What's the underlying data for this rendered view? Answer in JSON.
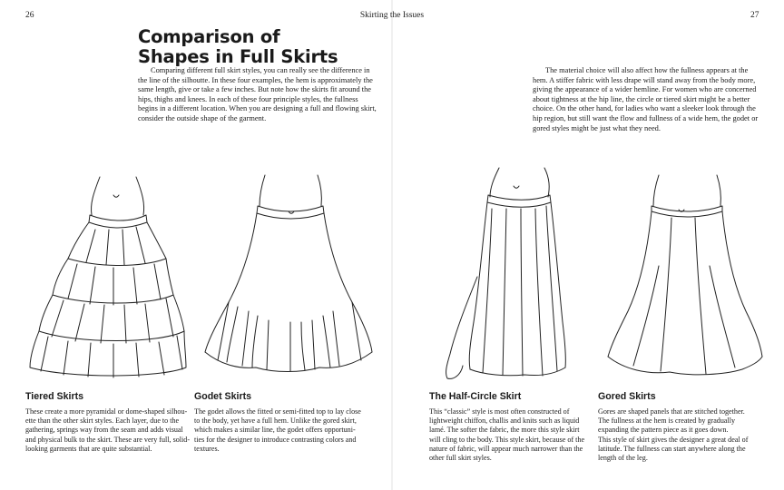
{
  "page": {
    "left_number": "26",
    "running_head": "Skirting the Issues",
    "right_number": "27"
  },
  "title": {
    "line1": "Comparison of",
    "line2": "Shapes in Full Skirts"
  },
  "intro_left": "Comparing different full skirt styles, you can really see the difference in the line of the silhoutte. In these four examples, the hem is approximately the same length, give or take a few inches. But note how the skirts fit around the hips, thighs and knees. In each of these four principle styles, the fullness begins in a different location. When you are designing a full and flowing skirt, consider the outside shape of the garment.",
  "intro_right": "The material choice will also affect how the fullness appears at the hem. A stiffer fabric with less drape will stand away from the body more, giving the appearance of a wider hemline. For women who are concerned about tightness at the hip line, the circle or tiered skirt might be a better choice. On the other hand, for ladies who want a sleeker look through the hip region, but still want the flow and fullness of a wide hem, the godet or gored styles might be just what they need.",
  "skirts": [
    {
      "heading": "Tiered Skirts",
      "lines": [
        "These create a more pyramidal or dome-shaped silhou-",
        "ette than the other skirt styles. Each layer, due to the",
        "gathering, springs way from the seam and adds visual",
        "and physical bulk to the skirt. These are very full, solid-",
        "looking garments that are quite substantial."
      ]
    },
    {
      "heading": "Godet Skirts",
      "lines": [
        "The godet allows the fitted or semi-fitted top to lay close",
        "to the body, yet have a full hem. Unlike the gored skirt,",
        "which makes a similar line, the godet offers opportuni-",
        "ties for the designer to introduce contrasting colors and",
        "textures."
      ]
    },
    {
      "heading": "The Half-Circle Skirt",
      "lines": [
        "This “classic” style is most often constructed of",
        "lightweight chiffon, challis and knits such as liquid",
        "lamé. The softer the fabric, the more this style skirt",
        "will cling to the body. This style skirt, because of the",
        "nature of fabric, will appear much narrower than the",
        "other full skirt styles."
      ]
    },
    {
      "heading": "Gored Skirts",
      "lines": [
        "Gores are shaped panels that are stitched together.",
        "The fullness at the hem is created by gradually",
        "expanding the pattern piece as it goes down.",
        "This style of skirt gives the designer a great deal of",
        "latitude. The fullness can start anywhere along the",
        "length of the leg."
      ]
    }
  ]
}
